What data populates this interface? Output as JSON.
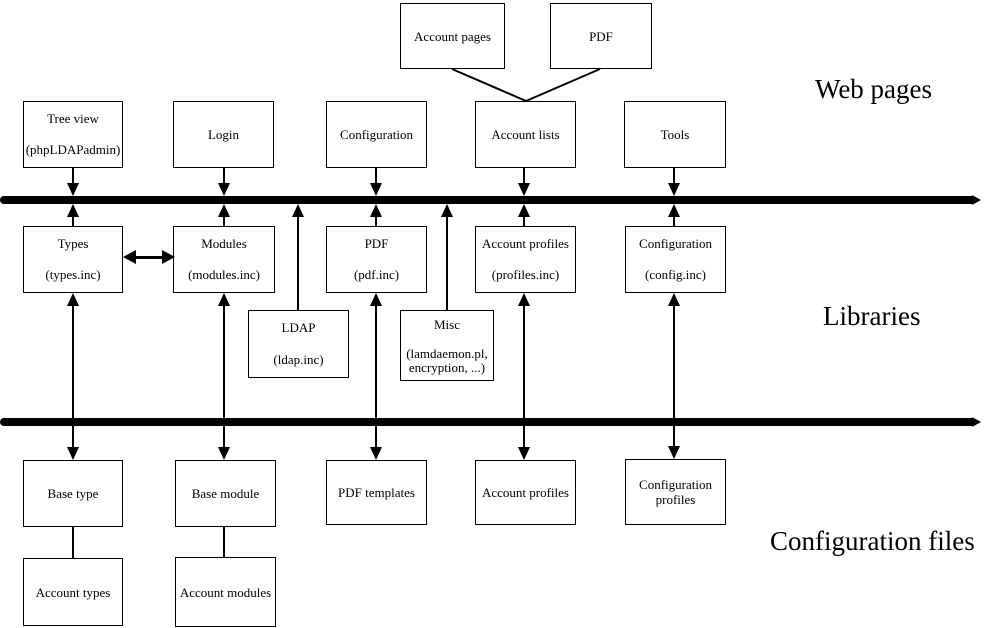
{
  "colors": {
    "line": "#000000",
    "background": "#ffffff",
    "text": "#000000"
  },
  "sections": {
    "web_pages": "Web pages",
    "libraries": "Libraries",
    "configuration_files": "Configuration files"
  },
  "boxes": {
    "account_pages": {
      "line1": "Account pages"
    },
    "pdf_page": {
      "line1": "PDF"
    },
    "tree_view": {
      "line1": "Tree view",
      "line2": "(phpLDAPadmin)"
    },
    "login": {
      "line1": "Login"
    },
    "configuration_page": {
      "line1": "Configuration"
    },
    "account_lists": {
      "line1": "Account lists"
    },
    "tools": {
      "line1": "Tools"
    },
    "types": {
      "line1": "Types",
      "line2": "(types.inc)"
    },
    "modules": {
      "line1": "Modules",
      "line2": "(modules.inc)"
    },
    "pdf_lib": {
      "line1": "PDF",
      "line2": "(pdf.inc)"
    },
    "account_profiles_lib": {
      "line1": "Account profiles",
      "line2": "(profiles.inc)"
    },
    "configuration_lib": {
      "line1": "Configuration",
      "line2": "(config.inc)"
    },
    "ldap": {
      "line1": "LDAP",
      "line2": "(ldap.inc)"
    },
    "misc": {
      "line1": "Misc",
      "line2": "(lamdaemon.pl,",
      "line3": "encryption, ...)"
    },
    "base_type": {
      "line1": "Base type"
    },
    "base_module": {
      "line1": "Base module"
    },
    "pdf_templates": {
      "line1": "PDF templates"
    },
    "account_profiles_file": {
      "line1": "Account profiles"
    },
    "configuration_profiles": {
      "line1": "Configuration",
      "line2": "profiles"
    },
    "account_types": {
      "line1": "Account types"
    },
    "account_modules": {
      "line1": "Account modules"
    }
  },
  "edges": [
    {
      "from": "account_pages",
      "to": "account_lists",
      "style": "plain-line"
    },
    {
      "from": "pdf_page",
      "to": "account_lists",
      "style": "plain-line"
    },
    {
      "from": "tree_view",
      "to": "web-libraries-bus",
      "style": "arrow"
    },
    {
      "from": "login",
      "to": "web-libraries-bus",
      "style": "arrow"
    },
    {
      "from": "configuration_page",
      "to": "web-libraries-bus",
      "style": "arrow"
    },
    {
      "from": "account_lists",
      "to": "web-libraries-bus",
      "style": "arrow"
    },
    {
      "from": "tools",
      "to": "web-libraries-bus",
      "style": "arrow"
    },
    {
      "from": "types",
      "to": "web-libraries-bus",
      "style": "arrow"
    },
    {
      "from": "modules",
      "to": "web-libraries-bus",
      "style": "arrow"
    },
    {
      "from": "pdf_lib",
      "to": "web-libraries-bus",
      "style": "arrow"
    },
    {
      "from": "account_profiles_lib",
      "to": "web-libraries-bus",
      "style": "arrow"
    },
    {
      "from": "configuration_lib",
      "to": "web-libraries-bus",
      "style": "arrow"
    },
    {
      "from": "ldap",
      "to": "web-libraries-bus",
      "style": "arrow"
    },
    {
      "from": "misc",
      "to": "web-libraries-bus",
      "style": "arrow"
    },
    {
      "from": "types",
      "to": "modules",
      "style": "double-arrow"
    },
    {
      "from": "types",
      "to": "base_type",
      "style": "double-arrow"
    },
    {
      "from": "modules",
      "to": "base_module",
      "style": "double-arrow"
    },
    {
      "from": "pdf_lib",
      "to": "pdf_templates",
      "style": "double-arrow"
    },
    {
      "from": "account_profiles_lib",
      "to": "account_profiles_file",
      "style": "double-arrow"
    },
    {
      "from": "configuration_lib",
      "to": "configuration_profiles",
      "style": "double-arrow"
    },
    {
      "from": "base_type",
      "to": "account_types",
      "style": "plain-line"
    },
    {
      "from": "base_module",
      "to": "account_modules",
      "style": "plain-line"
    }
  ]
}
